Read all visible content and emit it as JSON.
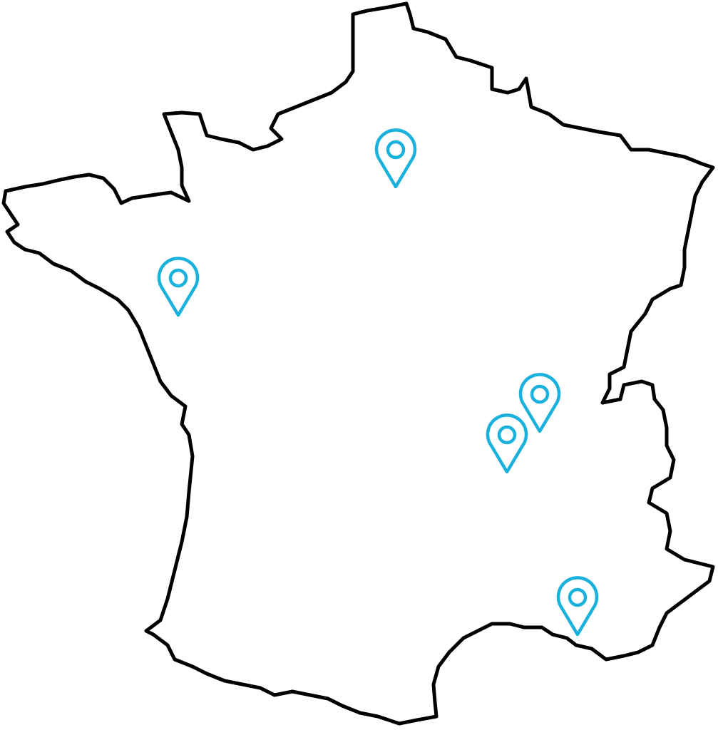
{
  "map": {
    "region": "France",
    "outline_color": "#000000",
    "pin_color": "#1ab2dc",
    "markers": [
      {
        "id": "paris",
        "icon": "map-pin-icon"
      },
      {
        "id": "nantes",
        "icon": "map-pin-icon"
      },
      {
        "id": "lyon",
        "icon": "map-pin-icon"
      },
      {
        "id": "saint-etienne",
        "icon": "map-pin-icon"
      },
      {
        "id": "marseille",
        "icon": "map-pin-icon"
      }
    ]
  }
}
